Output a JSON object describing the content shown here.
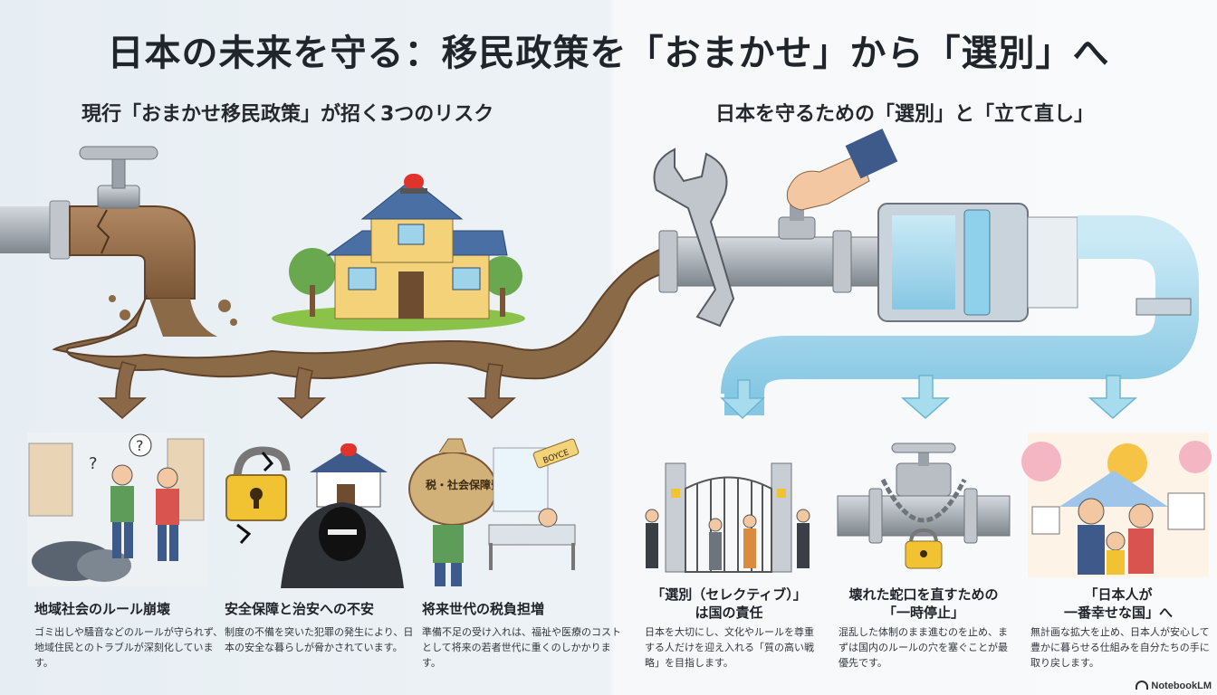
{
  "title": "日本の未来を守る：移民政策を「おまかせ」から「選別」へ",
  "left_heading": "現行「おまかせ移民政策」が招く3つのリスク",
  "right_heading": "日本を守るための「選別」と「立て直し」",
  "risks": [
    {
      "title": "地域社会のルール崩壊",
      "text": "ゴミ出しや騒音などのルールが守られず、地域住民とのトラブルが深刻化しています。"
    },
    {
      "title": "安全保障と治安への不安",
      "text": "制度の不備を突いた犯罪の発生により、日本の安全な暮らしが脅かされています。"
    },
    {
      "title": "将来世代の税負担増",
      "text": "準備不足の受け入れは、福祉や医療のコストとして将来の若者世代に重くのしかかります。"
    }
  ],
  "solutions": [
    {
      "title_line1": "「選別（セレクティブ）」",
      "title_line2": "は国の責任",
      "text": "日本を大切にし、文化やルールを尊重する人だけを迎え入れる「質の高い戦略」を目指します。"
    },
    {
      "title_line1": "壊れた蛇口を直すための",
      "title_line2": "「一時停止」",
      "text": "混乱した体制のまま進むのを止め、まずは国内のルールの穴を塞ぐことが最優先です。"
    },
    {
      "title_line1": "「日本人が",
      "title_line2": "一番幸せな国」へ",
      "text": "無計画な拡大を止め、日本人が安心して豊かに暮らせる仕組みを自分たちの手に取り戻します。"
    }
  ],
  "labels": {
    "sack_text": "税・社会保障費",
    "tag_text": "BOYCE",
    "brand": "NotebookLM"
  },
  "colors": {
    "dirty_water": "#8a6a47",
    "clean_water": "#8fd0ea",
    "pipe": "#a9b0b7",
    "arrow_brown": "#8b6848",
    "arrow_blue": "#a7dcef",
    "alarm_red": "#e0332c",
    "lock_yellow": "#f1c232"
  }
}
